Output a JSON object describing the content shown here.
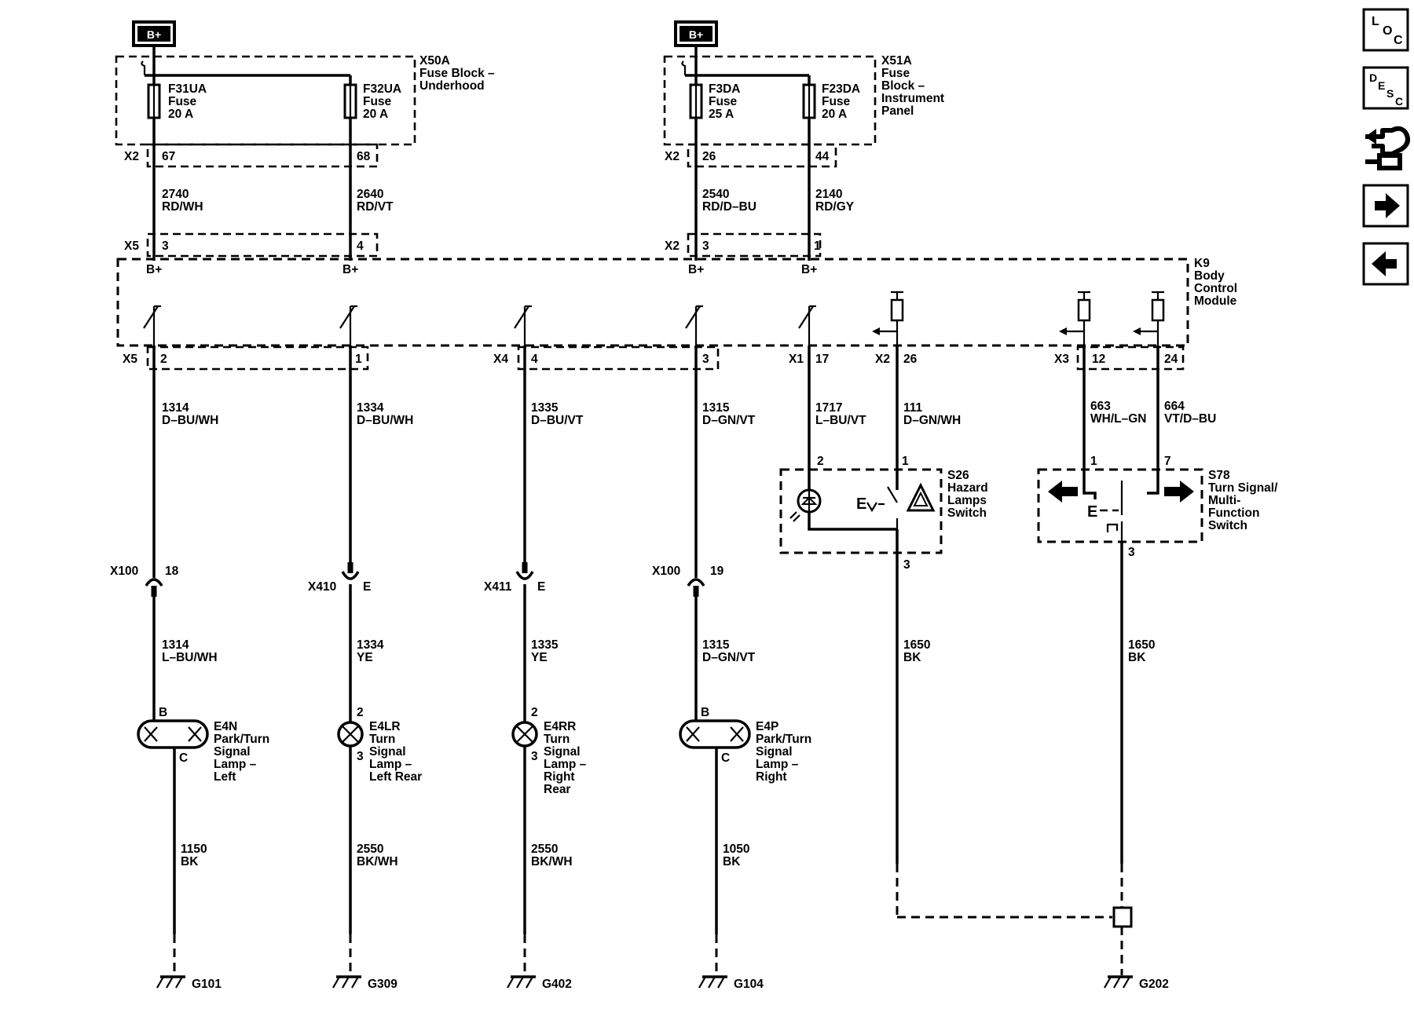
{
  "fuse_blocks": [
    {
      "id": "X50A",
      "power_label": "B+",
      "title_lines": [
        "X50A",
        "Fuse Block –",
        "Underhood"
      ],
      "fuses": [
        {
          "lines": [
            "F31UA",
            "Fuse",
            "20 A"
          ]
        },
        {
          "lines": [
            "F32UA",
            "Fuse",
            "20 A"
          ]
        }
      ],
      "connector": "X2",
      "pins": [
        "67",
        "68"
      ]
    },
    {
      "id": "X51A",
      "power_label": "B+",
      "title_lines": [
        "X51A",
        "Fuse",
        "Block –",
        "Instrument",
        "Panel"
      ],
      "fuses": [
        {
          "lines": [
            "F3DA",
            "Fuse",
            "25 A"
          ]
        },
        {
          "lines": [
            "F23DA",
            "Fuse",
            "20 A"
          ]
        }
      ],
      "connector": "X2",
      "pins": [
        "26",
        "44"
      ]
    }
  ],
  "feed_wires": [
    {
      "circuit": "2740",
      "color": "RD/WH"
    },
    {
      "circuit": "2640",
      "color": "RD/VT"
    },
    {
      "circuit": "2540",
      "color": "RD/D–BU"
    },
    {
      "circuit": "2140",
      "color": "RD/GY"
    }
  ],
  "bcm": {
    "title_lines": [
      "K9",
      "Body",
      "Control",
      "Module"
    ],
    "input_connectors": [
      {
        "connector": "X5",
        "pins": [
          "3",
          "4"
        ]
      },
      {
        "connector": "X2",
        "pins": [
          "3",
          "1"
        ]
      }
    ],
    "b_plus_label": "B+",
    "output_connectors": [
      {
        "connector": "X5",
        "pins": [
          "2",
          "1"
        ]
      },
      {
        "connector": "X4",
        "pins": [
          "4",
          "3"
        ]
      },
      {
        "connector": "X1",
        "pins": [
          "17"
        ]
      },
      {
        "connector": "X2",
        "pins": [
          "26"
        ]
      },
      {
        "connector": "X3",
        "pins": [
          "12",
          "24"
        ]
      }
    ]
  },
  "output_wires": [
    {
      "circuit": "1314",
      "color": "D–BU/WH"
    },
    {
      "circuit": "1334",
      "color": "D–BU/WH"
    },
    {
      "circuit": "1335",
      "color": "D–BU/VT"
    },
    {
      "circuit": "1315",
      "color": "D–GN/VT"
    },
    {
      "circuit": "1717",
      "color": "L–BU/VT"
    },
    {
      "circuit": "111",
      "color": "D–GN/WH"
    },
    {
      "circuit": "663",
      "color": "WH/L–GN"
    },
    {
      "circuit": "664",
      "color": "VT/D–BU"
    }
  ],
  "inline_connectors": [
    {
      "connector": "X100",
      "pin": "18"
    },
    {
      "connector": "X410",
      "pin": "E"
    },
    {
      "connector": "X411",
      "pin": "E"
    },
    {
      "connector": "X100",
      "pin": "19"
    }
  ],
  "lamp_wires": [
    {
      "circuit": "1314",
      "color": "L–BU/WH"
    },
    {
      "circuit": "1334",
      "color": "YE"
    },
    {
      "circuit": "1335",
      "color": "YE"
    },
    {
      "circuit": "1315",
      "color": "D–GN/VT"
    }
  ],
  "lamps": [
    {
      "title_lines": [
        "E4N",
        "Park/Turn",
        "Signal",
        "Lamp –",
        "Left"
      ],
      "pin_in": "B",
      "pin_out": "C"
    },
    {
      "title_lines": [
        "E4LR",
        "Turn",
        "Signal",
        "Lamp –",
        "Left Rear"
      ],
      "pin_in": "2",
      "pin_out": "3"
    },
    {
      "title_lines": [
        "E4RR",
        "Turn",
        "Signal",
        "Lamp –",
        "Right",
        "Rear"
      ],
      "pin_in": "2",
      "pin_out": "3"
    },
    {
      "title_lines": [
        "E4P",
        "Park/Turn",
        "Signal",
        "Lamp –",
        "Right"
      ],
      "pin_in": "B",
      "pin_out": "C"
    }
  ],
  "ground_wires": [
    {
      "circuit": "1150",
      "color": "BK"
    },
    {
      "circuit": "2550",
      "color": "BK/WH"
    },
    {
      "circuit": "2550",
      "color": "BK/WH"
    },
    {
      "circuit": "1050",
      "color": "BK"
    }
  ],
  "grounds": [
    "G101",
    "G309",
    "G402",
    "G104",
    "G202"
  ],
  "hazard_switch": {
    "title_lines": [
      "S26",
      "Hazard",
      "Lamps",
      "Switch"
    ],
    "pins": [
      "2",
      "1",
      "3"
    ],
    "wire": {
      "circuit": "1650",
      "color": "BK"
    }
  },
  "turn_switch": {
    "title_lines": [
      "S78",
      "Turn Signal/",
      "Multi-",
      "Function",
      "Switch"
    ],
    "pins": [
      "1",
      "7",
      "3"
    ],
    "wire": {
      "circuit": "1650",
      "color": "BK"
    }
  },
  "sidebar": {
    "buttons": [
      {
        "name": "location-button",
        "glyph": "LOC"
      },
      {
        "name": "description-button",
        "glyph": "DESC"
      },
      {
        "name": "connector-button",
        "glyph": "plug"
      },
      {
        "name": "next-button",
        "glyph": "arrow-right-icon"
      },
      {
        "name": "previous-button",
        "glyph": "arrow-left-icon"
      }
    ]
  }
}
